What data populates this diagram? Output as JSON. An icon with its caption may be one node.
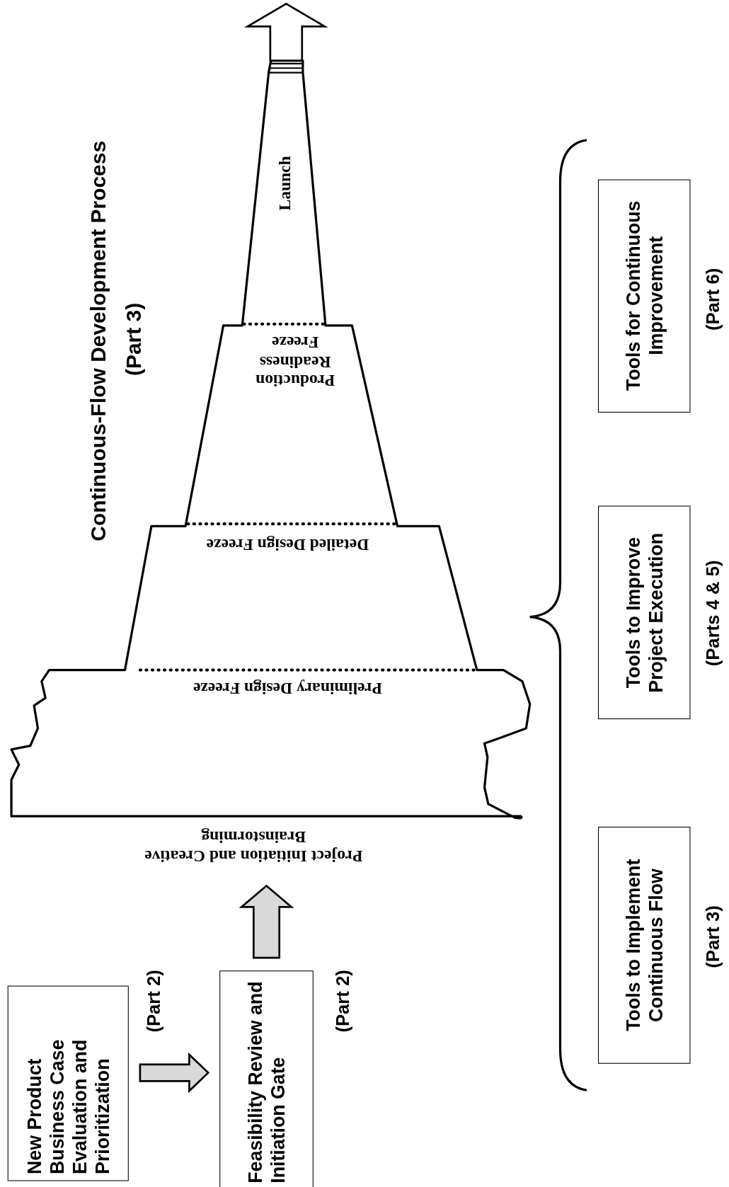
{
  "diagram": {
    "title": "Continuous-Flow Development Process",
    "nodes": [
      {
        "text": [
          "New Product Business Case Evaluation and Prioritization"
        ],
        "beside": [
          "(Part 2)"
        ]
      },
      {
        "text": [
          "Feasibility Review and Initiation Gate"
        ],
        "beside": [
          "(Part 2)"
        ]
      },
      {
        "text": [
          "Project Initiation and Creative Brainstorming",
          "Preliminary Design Freeze",
          "Detailed Design Freeze",
          "Production Readiness Freeze",
          "Launch"
        ]
      },
      {
        "text": [
          "Tools to Implement Continuous Flow"
        ],
        "beside": [
          "(Part 3)"
        ]
      },
      {
        "text": [
          "Tools to Improve Project Execution"
        ],
        "beside": [
          "(Parts 4 & 5)"
        ]
      },
      {
        "text": [
          "Tools for Continuous Improvement"
        ],
        "beside": [
          "(Part 6)"
        ]
      }
    ],
    "edges": [
      {
        "from": 0,
        "to": 1,
        "arrow": "to"
      },
      {
        "from": 1,
        "to": 2,
        "arrow": "to"
      },
      {
        "from": 2,
        "to": null,
        "arrow": "to"
      }
    ],
    "labels": [
      "(Part 3)"
    ]
  }
}
